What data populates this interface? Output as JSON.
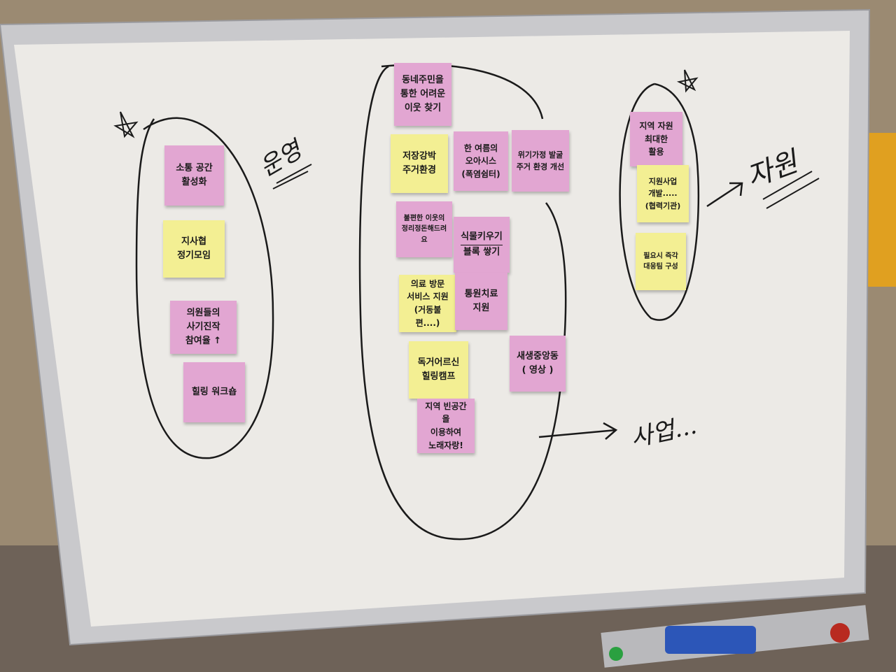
{
  "colors": {
    "wall": "#8a7a66",
    "frame": "#c9c9cc",
    "board": "#eceae6",
    "pink_note": "#e2a6d2",
    "yellow_note": "#f3ef93",
    "marker": "#1a1a1a"
  },
  "labels": {
    "left_group": "운영",
    "middle_group": "사업...",
    "right_group": "자원"
  },
  "notes": [
    {
      "lines": [
        "소통 공간",
        "활성화"
      ]
    },
    {
      "lines": [
        "지사협",
        "정기모임"
      ]
    },
    {
      "lines": [
        "의원들의",
        "사기진작",
        "참여율 ↑"
      ]
    },
    {
      "lines": [
        "힐링 워크숍"
      ]
    },
    {
      "lines": [
        "동네주민을",
        "통한 어려운",
        "이웃 찾기"
      ]
    },
    {
      "lines": [
        "저장강박",
        "주거환경"
      ]
    },
    {
      "lines": [
        "한 여름의",
        "오아시스",
        "(폭염쉼터)"
      ]
    },
    {
      "lines": [
        "위기가정 발굴",
        "주거 환경 개선"
      ]
    },
    {
      "lines": [
        "불편한 이웃의",
        "정리정돈해드려요"
      ]
    },
    {
      "lines": [
        "식물키우기",
        "블록 쌓기"
      ]
    },
    {
      "lines": [
        "의료 방문",
        "서비스 지원",
        "(거동불편....)"
      ]
    },
    {
      "lines": [
        "통원치료",
        "지원"
      ]
    },
    {
      "lines": [
        "독거어르신",
        "힐링캠프"
      ]
    },
    {
      "lines": [
        "새생중앙동",
        "( 영상 )"
      ]
    },
    {
      "lines": [
        "지역 빈공간을",
        "이용하여",
        "노래자랑!"
      ]
    },
    {
      "lines": [
        "지역 자원",
        "최대한",
        "활용"
      ]
    },
    {
      "lines": [
        "지원사업",
        "개발.....",
        "(협력기관)"
      ]
    },
    {
      "lines": [
        "필요시 즉각",
        "대응팀 구성"
      ]
    }
  ]
}
